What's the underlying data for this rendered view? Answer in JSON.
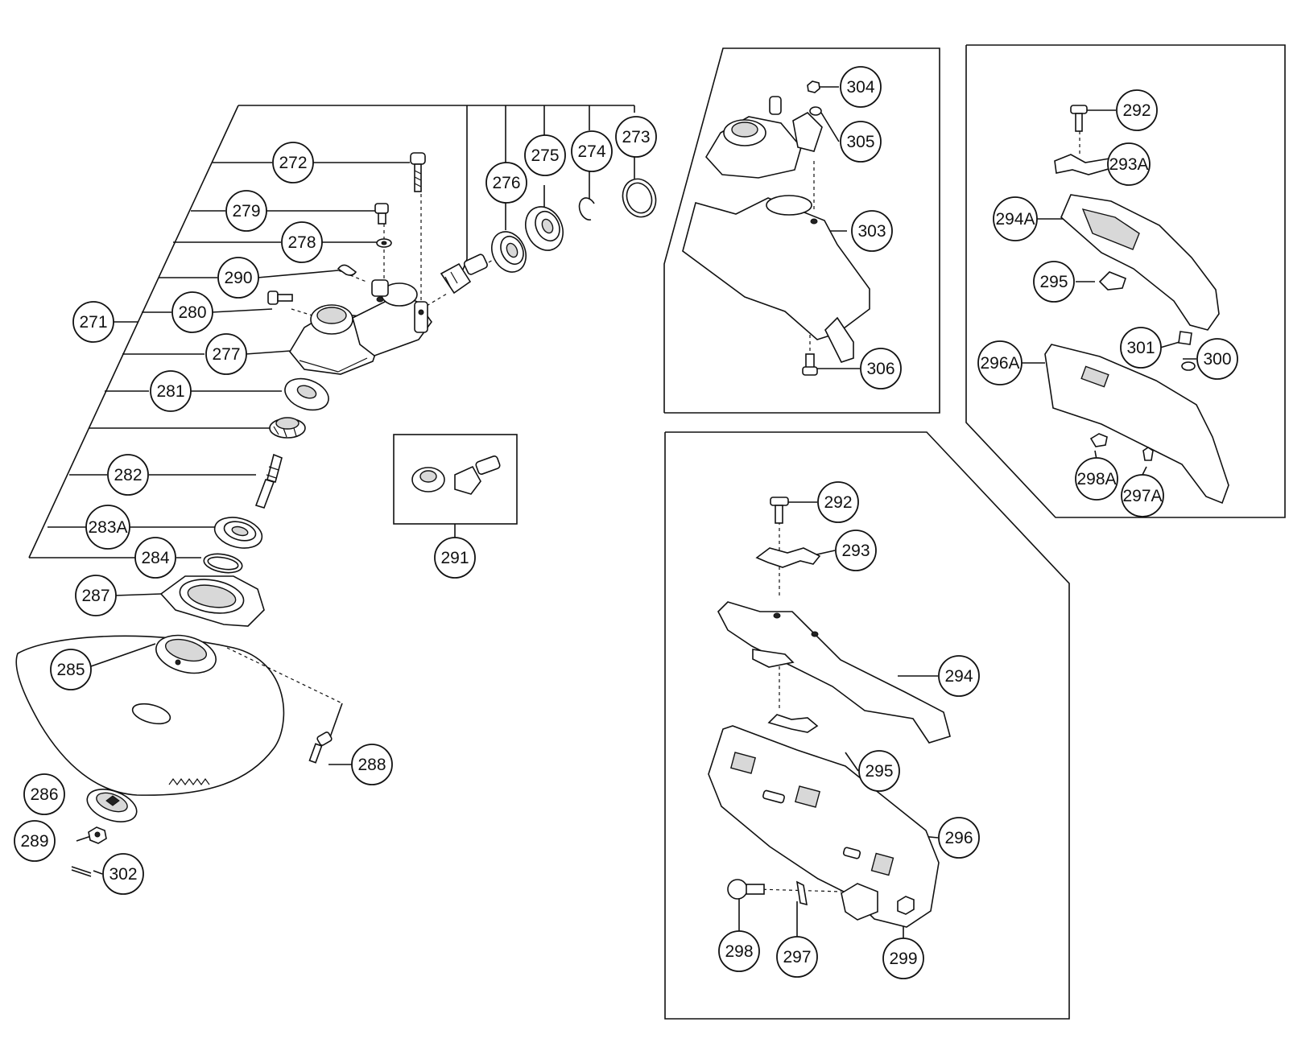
{
  "callouts": [
    {
      "id": "c271",
      "label": "271"
    },
    {
      "id": "c272",
      "label": "272"
    },
    {
      "id": "c273",
      "label": "273"
    },
    {
      "id": "c274",
      "label": "274"
    },
    {
      "id": "c275",
      "label": "275"
    },
    {
      "id": "c276",
      "label": "276"
    },
    {
      "id": "c277",
      "label": "277"
    },
    {
      "id": "c278",
      "label": "278"
    },
    {
      "id": "c279",
      "label": "279"
    },
    {
      "id": "c280",
      "label": "280"
    },
    {
      "id": "c281",
      "label": "281"
    },
    {
      "id": "c282",
      "label": "282"
    },
    {
      "id": "c283A",
      "label": "283A"
    },
    {
      "id": "c284",
      "label": "284"
    },
    {
      "id": "c285",
      "label": "285"
    },
    {
      "id": "c286",
      "label": "286"
    },
    {
      "id": "c287",
      "label": "287"
    },
    {
      "id": "c288",
      "label": "288"
    },
    {
      "id": "c289",
      "label": "289"
    },
    {
      "id": "c290",
      "label": "290"
    },
    {
      "id": "c291",
      "label": "291"
    },
    {
      "id": "c302",
      "label": "302"
    },
    {
      "id": "c303",
      "label": "303"
    },
    {
      "id": "c304",
      "label": "304"
    },
    {
      "id": "c305",
      "label": "305"
    },
    {
      "id": "c306",
      "label": "306"
    },
    {
      "id": "c292a",
      "label": "292"
    },
    {
      "id": "c293A",
      "label": "293A"
    },
    {
      "id": "c294A",
      "label": "294A"
    },
    {
      "id": "c295a",
      "label": "295"
    },
    {
      "id": "c301",
      "label": "301"
    },
    {
      "id": "c300",
      "label": "300"
    },
    {
      "id": "c296A",
      "label": "296A"
    },
    {
      "id": "c298A",
      "label": "298A"
    },
    {
      "id": "c297A",
      "label": "297A"
    },
    {
      "id": "c292b",
      "label": "292"
    },
    {
      "id": "c293",
      "label": "293"
    },
    {
      "id": "c294",
      "label": "294"
    },
    {
      "id": "c295b",
      "label": "295"
    },
    {
      "id": "c296",
      "label": "296"
    },
    {
      "id": "c298",
      "label": "298"
    },
    {
      "id": "c297",
      "label": "297"
    },
    {
      "id": "c299",
      "label": "299"
    }
  ],
  "colors": {
    "ink": "#111111",
    "paper": "#ffffff",
    "shade": "#d8d8d8"
  }
}
